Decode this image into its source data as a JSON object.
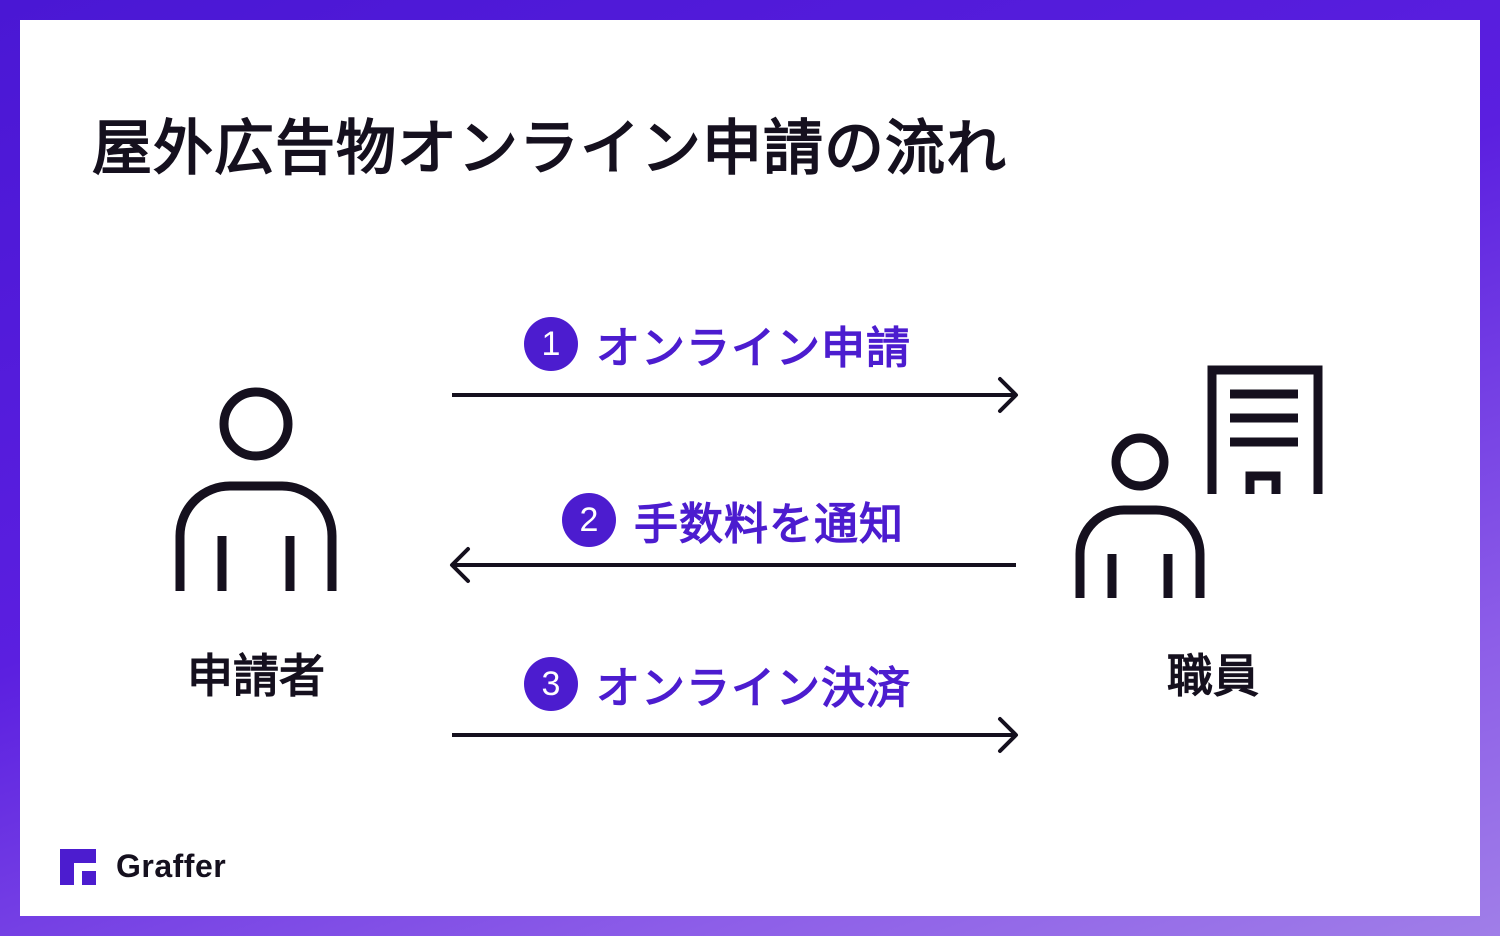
{
  "title": "屋外広告物オンライン申請の流れ",
  "actors": {
    "applicant": "申請者",
    "staff": "職員"
  },
  "steps": [
    {
      "number": "1",
      "label": "オンライン申請",
      "direction": "right"
    },
    {
      "number": "2",
      "label": "手数料を通知",
      "direction": "left"
    },
    {
      "number": "3",
      "label": "オンライン決済",
      "direction": "right"
    }
  ],
  "brand": "Graffer",
  "colors": {
    "accent": "#4c1ccf",
    "ink": "#15101e"
  }
}
